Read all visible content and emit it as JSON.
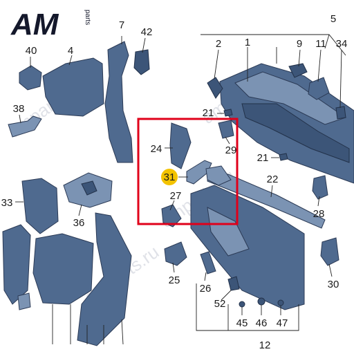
{
  "logo": {
    "text": "AM",
    "suffix": "parts"
  },
  "watermarks": [
    "amparts.ru",
    "amparts.ru",
    "amparts.ru",
    "amparts.ru"
  ],
  "colors": {
    "part": "#4f6a8f",
    "highlight_box": "#e0001a",
    "highlight_label": "#f3c300"
  },
  "highlighted_part": "31",
  "labels": {
    "l1": "1",
    "l4": "4",
    "l5": "5",
    "l7": "7",
    "l9": "9",
    "l11": "11",
    "l12": "12",
    "l2": "2",
    "l21a": "21",
    "l21b": "21",
    "l22": "22",
    "l24": "24",
    "l25": "25",
    "l26": "26",
    "l27": "27",
    "l28": "28",
    "l29": "29",
    "l30": "30",
    "l31": "31",
    "l33": "33",
    "l34": "34",
    "l36": "36",
    "l38": "38",
    "l40": "40",
    "l42": "42",
    "l45": "45",
    "l46": "46",
    "l47": "47",
    "l52": "52"
  }
}
